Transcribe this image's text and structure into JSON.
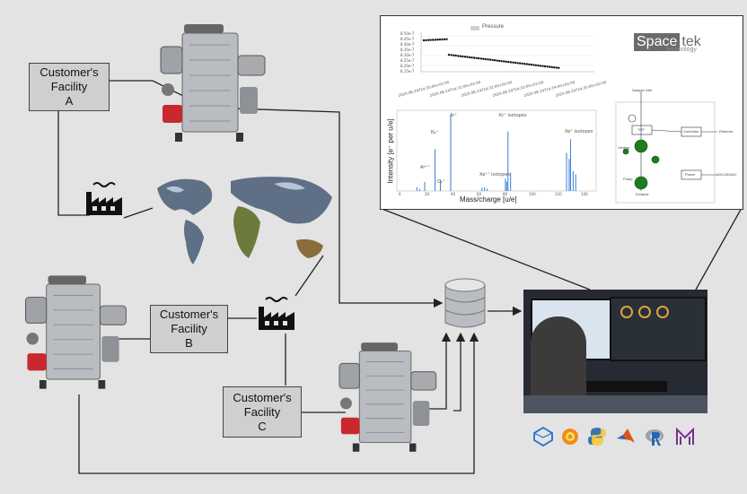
{
  "facilities": [
    {
      "id": "a",
      "lines": [
        "Customer's",
        "Facility",
        "A"
      ]
    },
    {
      "id": "b",
      "lines": [
        "Customer's",
        "Facility",
        "B"
      ]
    },
    {
      "id": "c",
      "lines": [
        "Customer's",
        "Facility",
        "C"
      ]
    }
  ],
  "panel": {
    "logo_main": "Space",
    "logo_accent": "tek",
    "logo_sub": "technology",
    "pressure_legend": "Pressure",
    "pressure_yticks": [
      "8.50e-7",
      "8.45e-7",
      "8.40e-7",
      "8.35e-7",
      "8.30e-7",
      "8.25e-7",
      "8.20e-7",
      "8.15e-7"
    ],
    "pressure_xticks": [
      "2020-08-24T14:30:00+02:00",
      "2020-08-24T14:31:00+02:00",
      "2020-08-24T14:32:00+02:00",
      "2020-08-24T14:33:00+02:00",
      "2020-08-24T14:34:00+02:00",
      "2020-08-24T14:35:00+02:00"
    ],
    "spectrum_ylabel": "Intensity [e⁻ per u/e]",
    "spectrum_xlabel": "Mass/charge [u/e]",
    "spectrum_xticks": [
      "0",
      "20",
      "40",
      "60",
      "80",
      "100",
      "120",
      "140"
    ],
    "peak_labels": [
      "Ar⁺⁺",
      "N₂⁺",
      "O₂⁺",
      "Ar⁺",
      "Xe⁺⁺ isotopes",
      "Kr⁺ isotopes",
      "Xe⁺ isotopes"
    ],
    "schematic_labels": [
      "Sample inlet",
      "Controller",
      "Ethernet",
      "Power",
      "100-230VAC",
      "TOF",
      "Exhaust",
      "Venting",
      "Pump"
    ]
  },
  "software_icons": [
    "polyhedron-icon",
    "grafana-icon",
    "python-icon",
    "matlab-icon",
    "r-language-icon",
    "tool-icon"
  ],
  "colors": {
    "accent": "#1f6fd1",
    "facility_fill": "#cfcfcf",
    "line": "#222222",
    "schematic_green": "#1e7d1e"
  }
}
